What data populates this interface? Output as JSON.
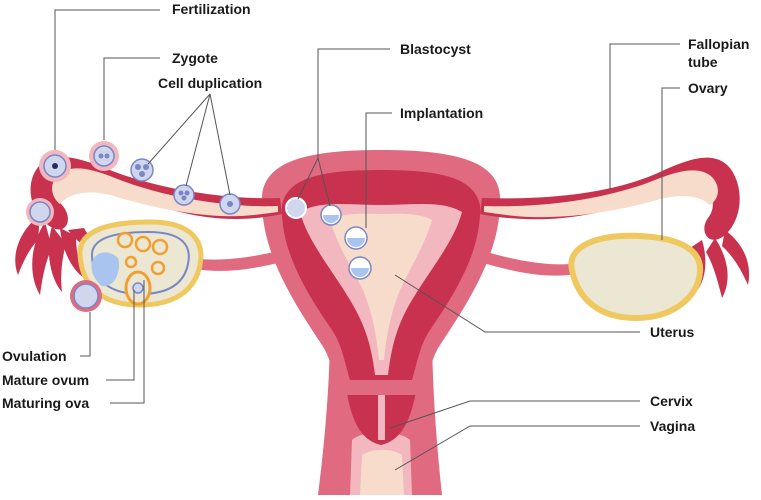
{
  "labels": {
    "fertilization": "Fertilization",
    "zygote": "Zygote",
    "cell_duplication": "Cell duplication",
    "blastocyst": "Blastocyst",
    "implantation": "Implantation",
    "fallopian_tube_line1": "Fallopian",
    "fallopian_tube_line2": "tube",
    "ovary": "Ovary",
    "uterus": "Uterus",
    "ovulation": "Ovulation",
    "mature_ovum": "Mature ovum",
    "maturing_ova": "Maturing ova",
    "cervix": "Cervix",
    "vagina": "Vagina"
  },
  "colors": {
    "tissue_dark": "#c8324f",
    "tissue_mid": "#e06a80",
    "tissue_light": "#f2b7bf",
    "lining": "#f7dccb",
    "ovary_outline": "#f0c860",
    "ovary_fill": "#ece7d2",
    "cell_fill": "#cfd6ee",
    "cell_core": "#7b86c4",
    "follicle": "#f0a030",
    "label_text": "#1a1a1a",
    "leader_line": "#555555"
  }
}
